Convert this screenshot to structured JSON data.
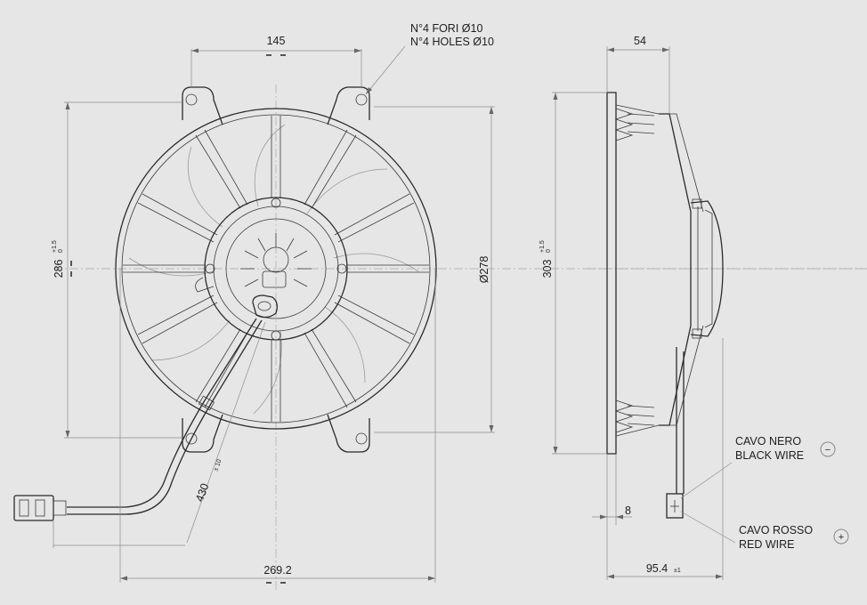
{
  "labels": {
    "holes_it": "N°4 FORI Ø10",
    "holes_en": "N°4 HOLES Ø10",
    "dim_hole_spacing": "145",
    "dim_depth": "54",
    "dim_height_286": "286",
    "dim_height_286_tol_upper": "+1.5",
    "dim_height_286_tol_lower": "0",
    "dim_diameter": "Ø278",
    "dim_height_303": "303",
    "dim_height_303_tol_upper": "+1.5",
    "dim_height_303_tol_lower": "0",
    "dim_cable_length": "430",
    "dim_cable_tol": "± 10",
    "dim_width": "269.2",
    "dim_8": "8",
    "dim_overall_depth": "95.4",
    "dim_overall_depth_tol": "±1",
    "black_wire_it": "CAVO NERO",
    "black_wire_en": "BLACK WIRE",
    "black_wire_sign": "−",
    "red_wire_it": "CAVO ROSSO",
    "red_wire_en": "RED WIRE",
    "red_wire_sign": "+"
  },
  "icons": {
    "black_wire": "minus-circle-icon",
    "red_wire": "plus-circle-icon"
  },
  "colors": {
    "background": "#e6e6e6",
    "outline": "#2b2b2b",
    "dimension_line": "#8c8c8c"
  }
}
